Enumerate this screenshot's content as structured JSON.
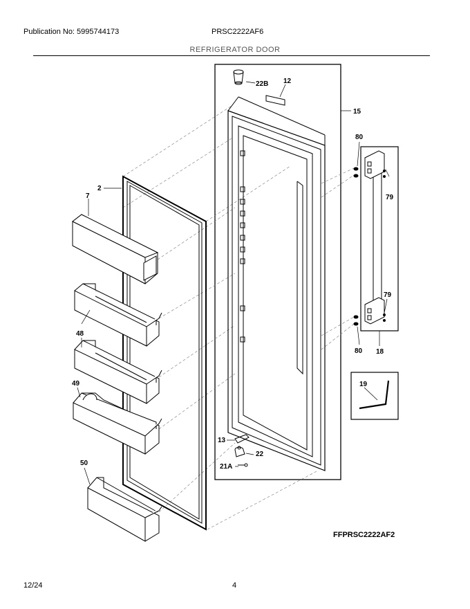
{
  "header": {
    "publication": "Publication No: 5995744173",
    "model": "PRSC2222AF6",
    "section_title": "REFRIGERATOR DOOR"
  },
  "callouts": [
    "22B",
    "12",
    "15",
    "80",
    "79",
    "2",
    "7",
    "48",
    "49",
    "50",
    "19",
    "13",
    "22",
    "21A",
    "79",
    "80",
    "18"
  ],
  "figure_code": "FFPRSC2222AF2",
  "footer": {
    "date": "12/24",
    "page": "4"
  }
}
